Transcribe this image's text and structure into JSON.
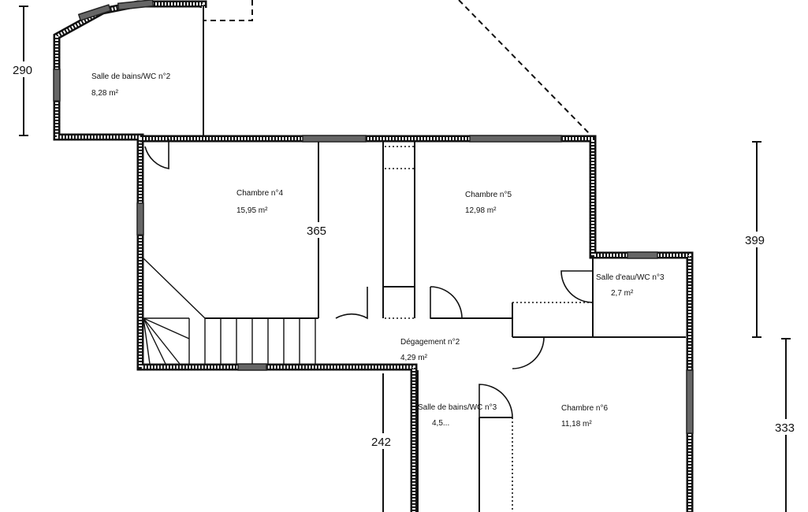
{
  "rooms": [
    {
      "name": "Salle de bains/WC n°2",
      "area": "8,28  m²"
    },
    {
      "name": "Chambre n°4",
      "area": "15,95  m²"
    },
    {
      "name": "Chambre n°5",
      "area": "12,98  m²"
    },
    {
      "name": "Salle d'eau/WC n°3",
      "area": "2,7  m²"
    },
    {
      "name": "Dégagement n°2",
      "area": "4,29  m²"
    },
    {
      "name": "Salle de bains/WC n°3",
      "area": "4,5..."
    },
    {
      "name": "Chambre n°6",
      "area": "11,18  m²"
    }
  ],
  "dimensions": [
    "290",
    "365",
    "399",
    "242",
    "333"
  ]
}
